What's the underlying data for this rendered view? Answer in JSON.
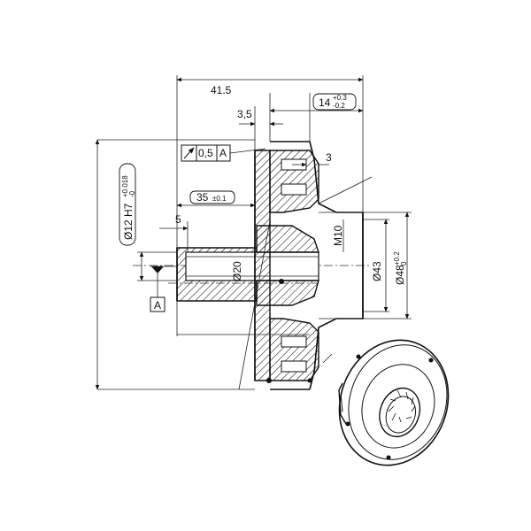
{
  "dimensions": {
    "overall_width": "41.5",
    "offset": "3,5",
    "groove_width": "14",
    "groove_tol_upper": "+0.3",
    "groove_tol_lower": "-0.2",
    "rib": "3",
    "hub_length": "35",
    "hub_length_tol": "±0.1",
    "chamfer": "5",
    "bore_fit": "Ø12 H7",
    "bore_tol_upper": "+0.018",
    "bore_tol_lower": "-0",
    "shaft_dia": "Ø20",
    "thread": "M10",
    "outer_dia_1": "Ø43",
    "outer_dia_2": "Ø48",
    "outer_dia_2_tol_upper": "+0.2",
    "outer_dia_2_tol_lower": "0"
  },
  "tolerance_frame": {
    "value": "0,5",
    "datum": "A"
  },
  "datum_label": "A"
}
